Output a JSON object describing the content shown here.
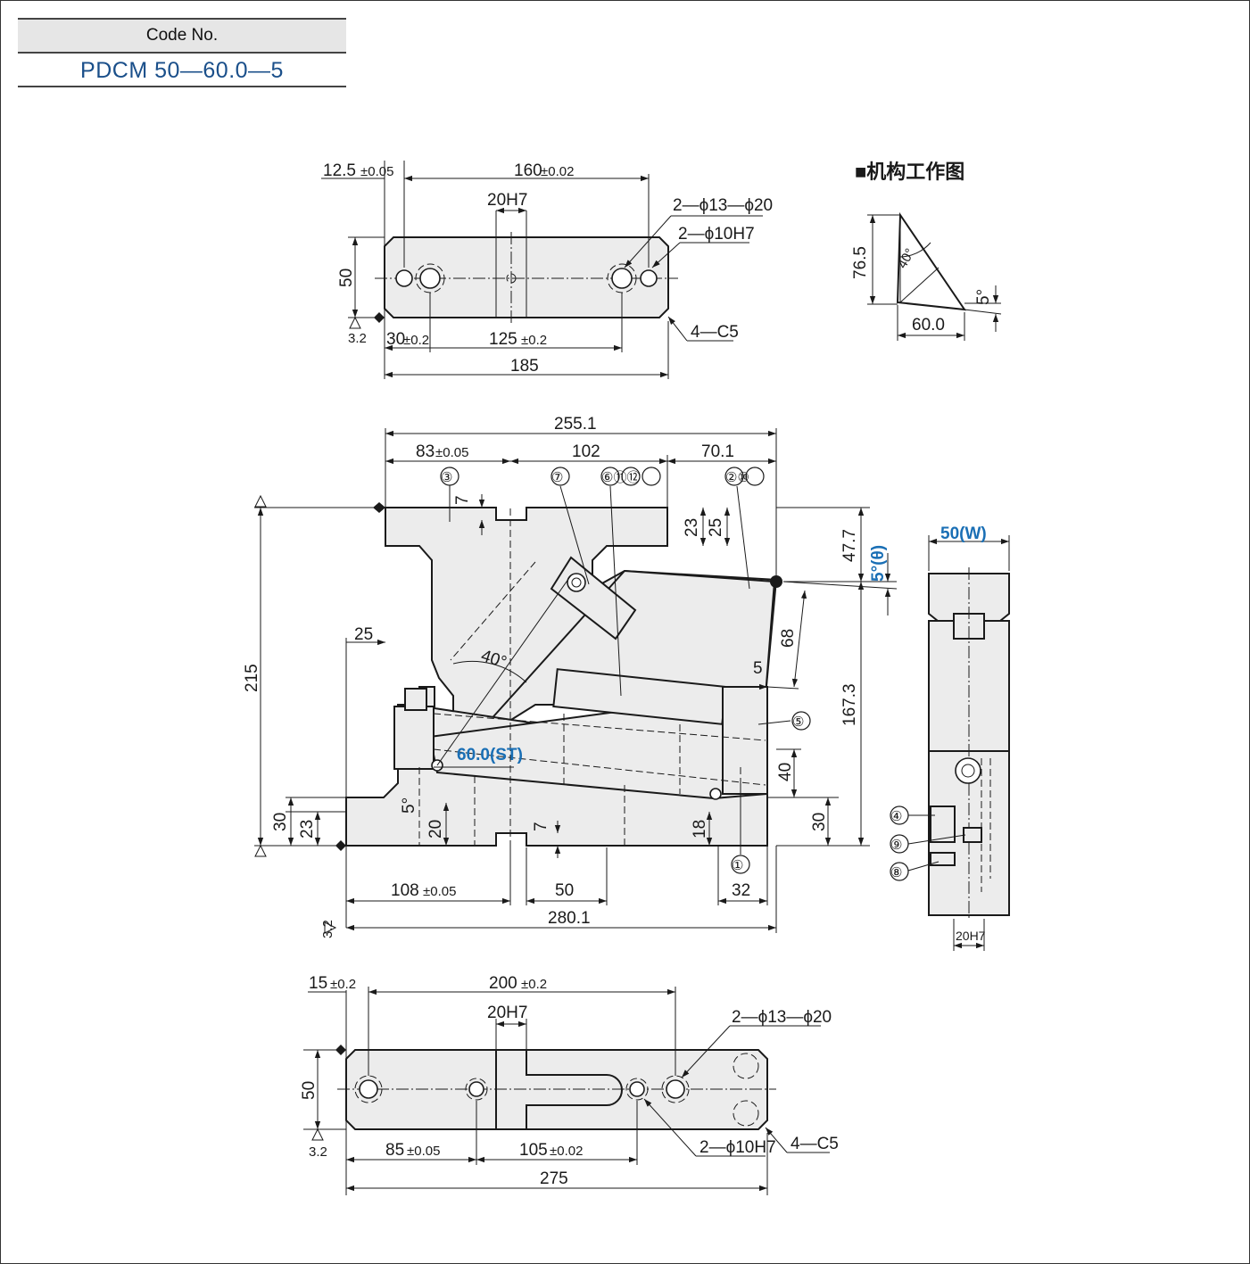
{
  "code_box": {
    "label": "Code No.",
    "value": "PDCM 50—60.0—5"
  },
  "mechanism": {
    "title": "■机构工作图",
    "height": "76.5",
    "length": "60.0",
    "angle_main": "40°",
    "angle_small": "5°"
  },
  "top_view": {
    "dim_left_offset": "12.5",
    "dim_left_offset_tol": "±0.05",
    "dim_pitch": "160",
    "dim_pitch_tol": "±0.02",
    "slot": "20H7",
    "holes_a": "2—ϕ13—ϕ20",
    "holes_b": "2—ϕ10H7",
    "height": "50",
    "chamfer": "4—C5",
    "dim_offset2": "30",
    "dim_offset2_tol": "±0.2",
    "dim_pitch2": "125",
    "dim_pitch2_tol": "±0.2",
    "length": "185",
    "roughness": "3.2"
  },
  "front_view": {
    "width_total": "255.1",
    "w_left": "83",
    "w_left_tol": "±0.05",
    "w_mid": "102",
    "w_right": "70.1",
    "height_total": "215",
    "dim_25_left": "25",
    "dim_7_top": "7",
    "dim_23": "23",
    "dim_25": "25",
    "dim_47_7": "47.7",
    "angle_theta": "5°(θ)",
    "dim_68": "68",
    "dim_5": "5",
    "dim_167_3": "167.3",
    "angle_40": "40°",
    "stroke": "60.0(ST)",
    "dim_40": "40",
    "dim_30_right": "30",
    "dim_30": "30",
    "dim_23b": "23",
    "angle_5": "5°",
    "dim_20": "20",
    "dim_7b": "7",
    "dim_18": "18",
    "base_left": "108",
    "base_left_tol": "±0.05",
    "base_mid": "50",
    "base_right": "32",
    "base_total": "280.1",
    "roughness": "3.2",
    "balloons": [
      "③",
      "⑦",
      "⑥⑪⑫",
      "②⑩",
      "⑤",
      "①"
    ]
  },
  "side_view": {
    "width": "50(W)",
    "slot": "20H7",
    "balloons": [
      "④",
      "⑨",
      "⑧"
    ]
  },
  "bottom_view": {
    "dim_left_offset": "15",
    "dim_left_offset_tol": "±0.2",
    "dim_pitch": "200",
    "dim_pitch_tol": "±0.2",
    "slot": "20H7",
    "holes_a": "2—ϕ13—ϕ20",
    "holes_b": "2—ϕ10H7",
    "chamfer": "4—C5",
    "height": "50",
    "dim_85": "85",
    "dim_85_tol": "±0.05",
    "dim_105": "105",
    "dim_105_tol": "±0.02",
    "length": "275",
    "roughness": "3.2"
  }
}
